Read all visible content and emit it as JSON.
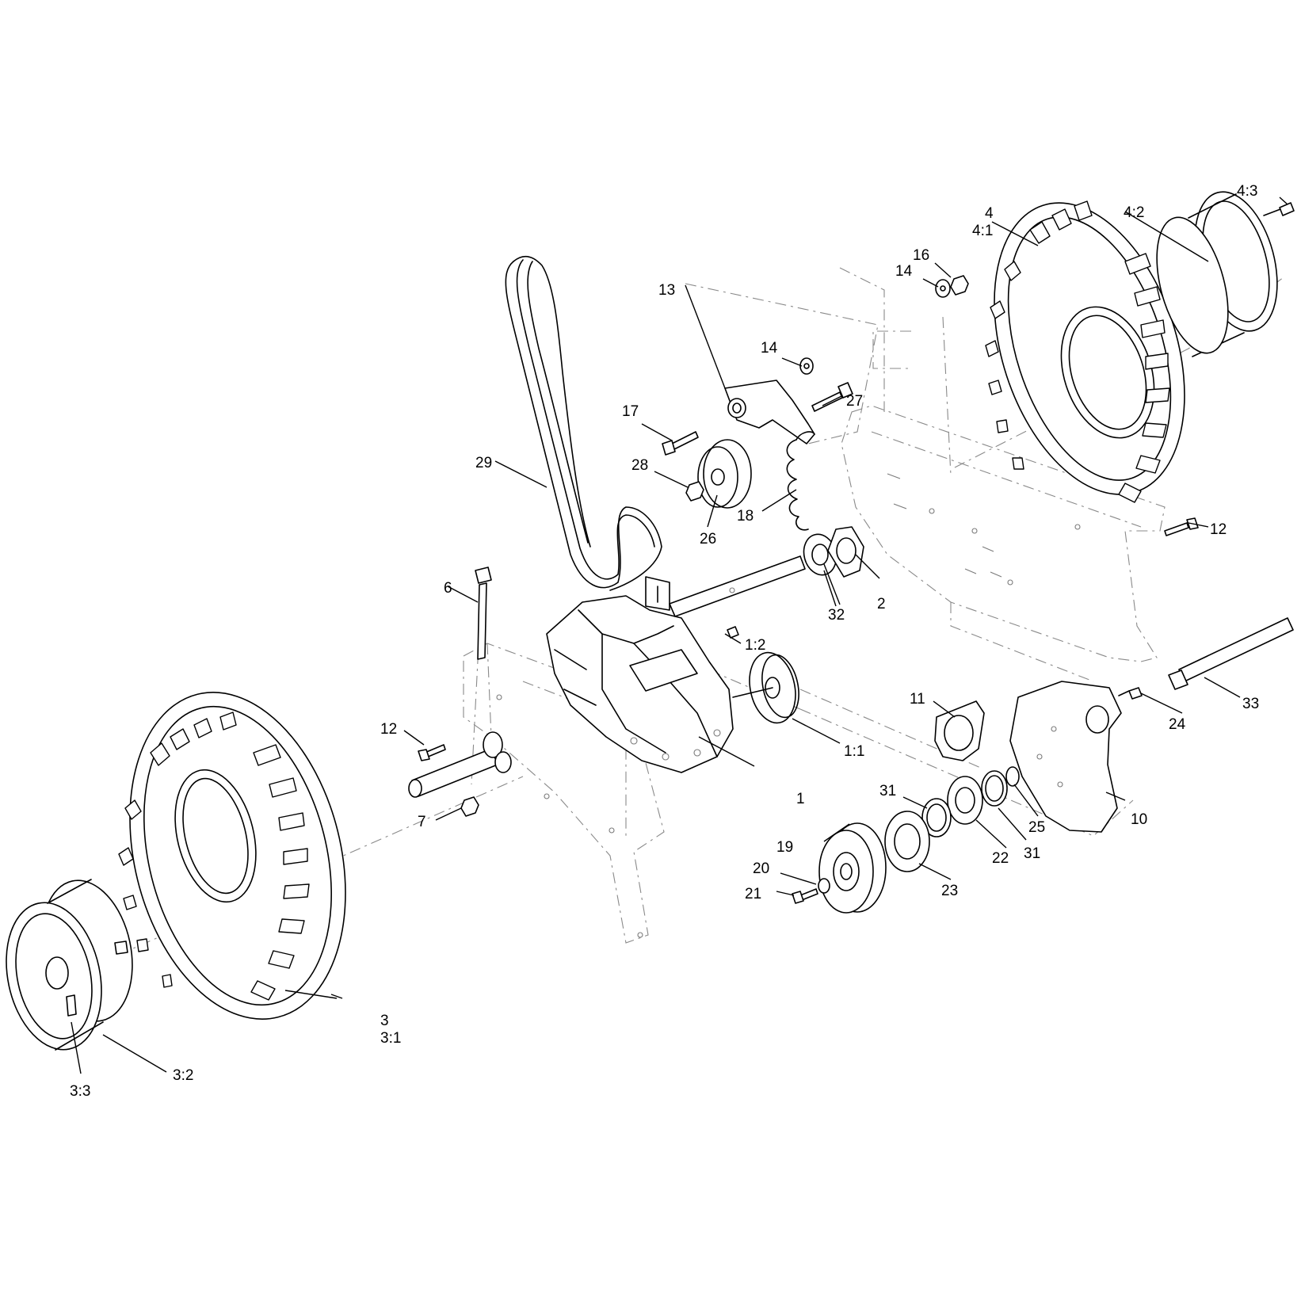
{
  "callouts": [
    {
      "id": "c-1",
      "text": "1"
    },
    {
      "id": "c-1-1",
      "text": "1:1"
    },
    {
      "id": "c-1-2",
      "text": "1:2"
    },
    {
      "id": "c-2",
      "text": "2"
    },
    {
      "id": "c-3",
      "text": "3"
    },
    {
      "id": "c-3-1",
      "text": "3:1"
    },
    {
      "id": "c-3-2",
      "text": "3:2"
    },
    {
      "id": "c-3-3",
      "text": "3:3"
    },
    {
      "id": "c-4",
      "text": "4"
    },
    {
      "id": "c-4-1",
      "text": "4:1"
    },
    {
      "id": "c-4-2",
      "text": "4:2"
    },
    {
      "id": "c-4-3",
      "text": "4:3"
    },
    {
      "id": "c-6",
      "text": "6"
    },
    {
      "id": "c-7",
      "text": "7"
    },
    {
      "id": "c-10",
      "text": "10"
    },
    {
      "id": "c-11",
      "text": "11"
    },
    {
      "id": "c-12a",
      "text": "12"
    },
    {
      "id": "c-12b",
      "text": "12"
    },
    {
      "id": "c-13",
      "text": "13"
    },
    {
      "id": "c-14a",
      "text": "14"
    },
    {
      "id": "c-14b",
      "text": "14"
    },
    {
      "id": "c-16",
      "text": "16"
    },
    {
      "id": "c-17",
      "text": "17"
    },
    {
      "id": "c-18",
      "text": "18"
    },
    {
      "id": "c-19",
      "text": "19"
    },
    {
      "id": "c-20",
      "text": "20"
    },
    {
      "id": "c-21",
      "text": "21"
    },
    {
      "id": "c-22",
      "text": "22"
    },
    {
      "id": "c-23",
      "text": "23"
    },
    {
      "id": "c-24",
      "text": "24"
    },
    {
      "id": "c-25",
      "text": "25"
    },
    {
      "id": "c-26",
      "text": "26"
    },
    {
      "id": "c-27",
      "text": "27"
    },
    {
      "id": "c-28",
      "text": "28"
    },
    {
      "id": "c-29",
      "text": "29"
    },
    {
      "id": "c-31a",
      "text": "31"
    },
    {
      "id": "c-31b",
      "text": "31"
    },
    {
      "id": "c-32",
      "text": "32"
    },
    {
      "id": "c-33",
      "text": "33"
    }
  ],
  "colors": {
    "line": "#000000",
    "phantom": "#8a8a8a",
    "background": "#ffffff"
  }
}
